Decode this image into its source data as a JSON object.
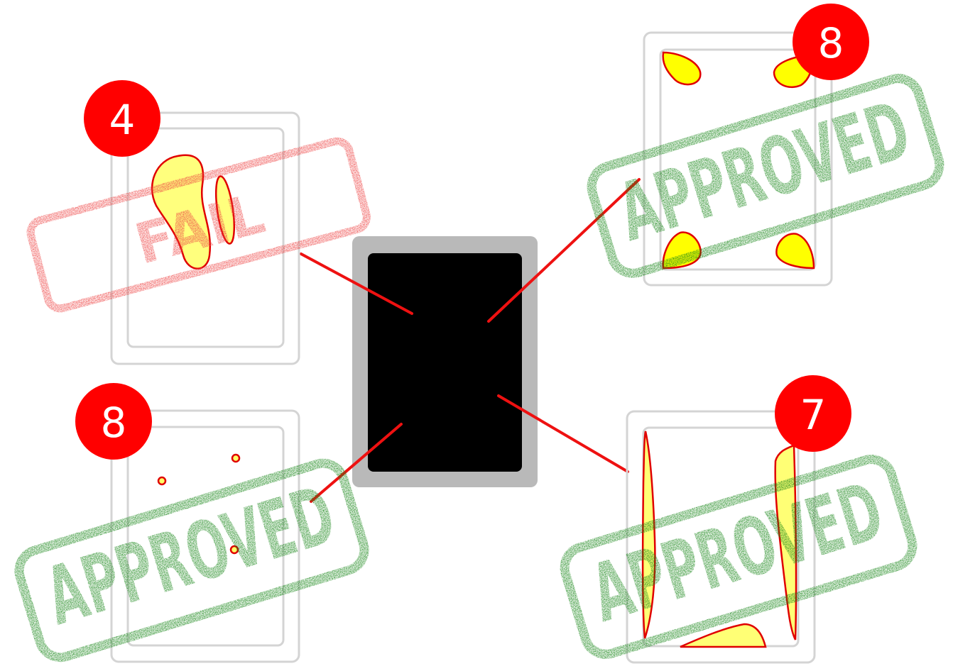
{
  "colors": {
    "connector": "#ee1111",
    "badge": "#ff0000",
    "badge_text": "#ffffff",
    "card_outline": "#d4d4d4",
    "highlight_fill": "#ffff66",
    "highlight_stroke": "#e00000",
    "center_frame": "#b9b9b9",
    "center_screen": "#000000",
    "approved_stamp": "#168516",
    "fail_stamp": "#ee4444"
  },
  "center": {
    "name": "center-device",
    "frame_color": "#b9b9b9",
    "screen_color": "#000000"
  },
  "panels": [
    {
      "id": "top-left",
      "score": "4",
      "verdict": "FAIL",
      "stamp_color": "#ee4444",
      "highlight": "yellow-blob"
    },
    {
      "id": "top-right",
      "score": "8",
      "verdict": "APPROVED",
      "stamp_color": "#168516",
      "highlight": "corner-markers"
    },
    {
      "id": "bottom-left",
      "score": "8",
      "verdict": "APPROVED",
      "stamp_color": "#168516",
      "highlight": "small-dots"
    },
    {
      "id": "bottom-right",
      "score": "7",
      "verdict": "APPROVED",
      "stamp_color": "#168516",
      "highlight": "edge-strips"
    }
  ]
}
